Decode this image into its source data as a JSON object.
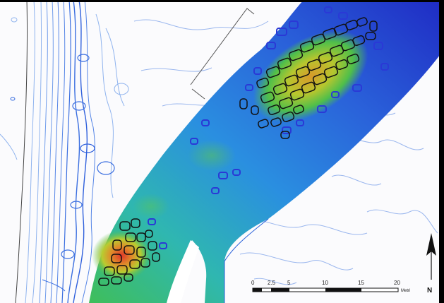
{
  "map": {
    "scale_bar": {
      "tick_labels": [
        "0",
        "2.5",
        "5",
        "10",
        "15",
        "20"
      ],
      "unit": "Metri"
    },
    "north_arrow": {
      "letter": "N"
    },
    "colors": {
      "deep_blue": "#2233cc",
      "mid_blue": "#1f7ce0",
      "cyan": "#22b7d6",
      "green": "#3fbe5a",
      "yellow": "#d7d12a",
      "red": "#d8372a",
      "contour_blue": "#3b6fe0",
      "contour_light": "#8fb3ee",
      "outline_black": "#111111"
    }
  }
}
